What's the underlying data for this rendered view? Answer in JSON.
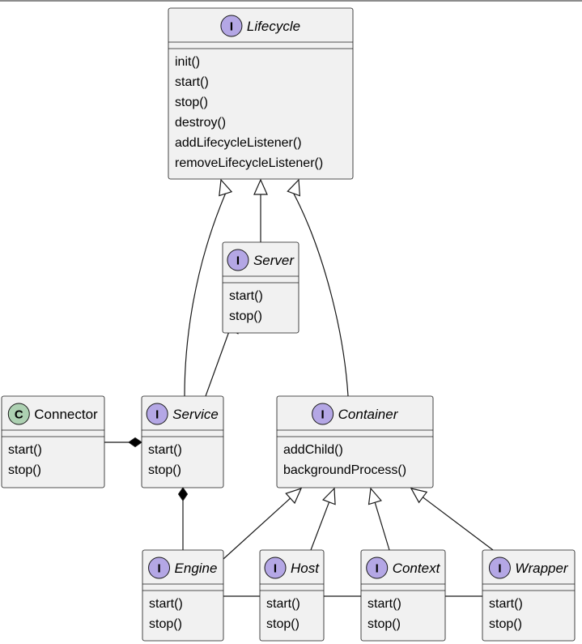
{
  "classes": {
    "lifecycle": {
      "kind": "I",
      "name": "Lifecycle",
      "italic": true,
      "methods": [
        "init()",
        "start()",
        "stop()",
        "destroy()",
        "addLifecycleListener()",
        "removeLifecycleListener()"
      ]
    },
    "server": {
      "kind": "I",
      "name": "Server",
      "italic": true,
      "methods": [
        "start()",
        "stop()"
      ]
    },
    "connector": {
      "kind": "C",
      "name": "Connector",
      "italic": false,
      "methods": [
        "start()",
        "stop()"
      ]
    },
    "service": {
      "kind": "I",
      "name": "Service",
      "italic": true,
      "methods": [
        "start()",
        "stop()"
      ]
    },
    "container": {
      "kind": "I",
      "name": "Container",
      "italic": true,
      "methods": [
        "addChild()",
        "backgroundProcess()"
      ]
    },
    "engine": {
      "kind": "I",
      "name": "Engine",
      "italic": true,
      "methods": [
        "start()",
        "stop()"
      ]
    },
    "host": {
      "kind": "I",
      "name": "Host",
      "italic": true,
      "methods": [
        "start()",
        "stop()"
      ]
    },
    "context": {
      "kind": "I",
      "name": "Context",
      "italic": true,
      "methods": [
        "start()",
        "stop()"
      ]
    },
    "wrapper": {
      "kind": "I",
      "name": "Wrapper",
      "italic": true,
      "methods": [
        "start()",
        "stop()"
      ]
    }
  },
  "badge_colors": {
    "I": "#b4a7e5",
    "C": "#add1b2"
  },
  "relations": [
    {
      "from": "server",
      "to": "lifecycle",
      "type": "generalization"
    },
    {
      "from": "service",
      "to": "lifecycle",
      "type": "generalization"
    },
    {
      "from": "container",
      "to": "lifecycle",
      "type": "generalization"
    },
    {
      "from": "service",
      "to": "server",
      "type": "composition"
    },
    {
      "from": "connector",
      "to": "service",
      "type": "composition"
    },
    {
      "from": "engine",
      "to": "service",
      "type": "composition"
    },
    {
      "from": "engine",
      "to": "container",
      "type": "generalization"
    },
    {
      "from": "host",
      "to": "container",
      "type": "generalization"
    },
    {
      "from": "context",
      "to": "container",
      "type": "generalization"
    },
    {
      "from": "wrapper",
      "to": "container",
      "type": "generalization"
    },
    {
      "from": "host",
      "to": "engine",
      "type": "composition"
    },
    {
      "from": "context",
      "to": "host",
      "type": "composition"
    },
    {
      "from": "wrapper",
      "to": "context",
      "type": "composition"
    }
  ]
}
